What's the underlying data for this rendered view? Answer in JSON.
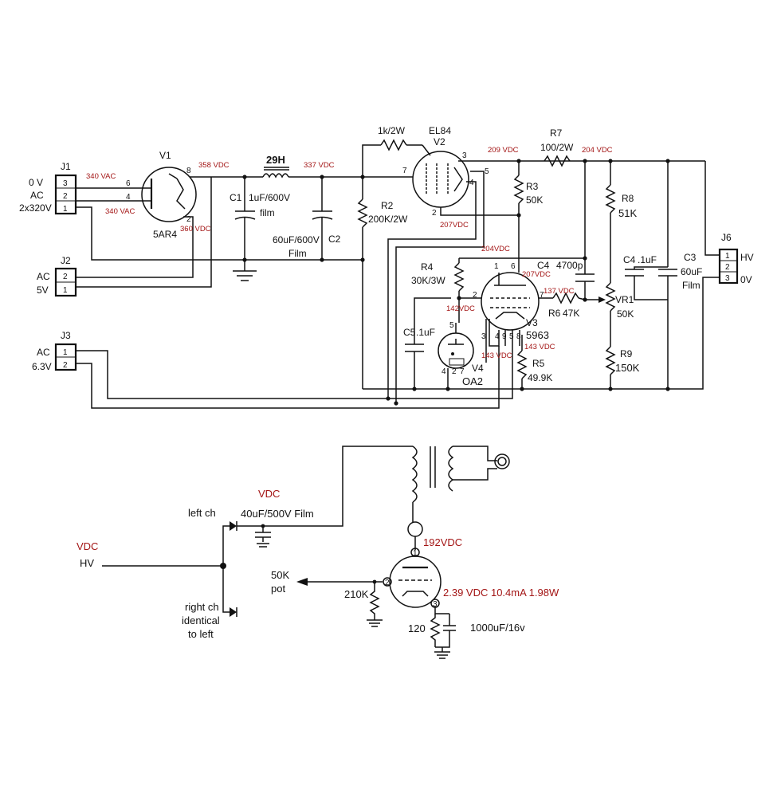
{
  "connectors": {
    "j1": {
      "name": "J1",
      "pins": [
        "3",
        "2",
        "1"
      ],
      "label_top": "0 V",
      "label_mid": "AC",
      "label_bot": "2x320V"
    },
    "j2": {
      "name": "J2",
      "pins": [
        "2",
        "1"
      ],
      "label_top": "AC",
      "label_bot": "5V"
    },
    "j3": {
      "name": "J3",
      "pins": [
        "1",
        "2"
      ],
      "label_top": "AC",
      "label_bot": "6.3V"
    },
    "j6": {
      "name": "J6",
      "pins": [
        "1",
        "2",
        "3"
      ],
      "label_top": "HV",
      "label_bot": "0V"
    }
  },
  "tubes": {
    "v1": {
      "name": "V1",
      "type": "5AR4",
      "pin8": "8",
      "pin6": "6",
      "pin4": "4",
      "pin2": "2"
    },
    "v2": {
      "name": "V2",
      "type": "EL84",
      "pin3": "3",
      "pin5": "5",
      "pin7": "7",
      "pin4": "4",
      "pin2": "2"
    },
    "v3": {
      "name": "V3",
      "type": "5963",
      "pin1": "1",
      "pin6": "6",
      "pin2": "2",
      "pin7": "7",
      "pins_bottom": [
        "3",
        "4",
        "9",
        "5",
        "8"
      ]
    },
    "v4": {
      "name": "V4",
      "type": "OA2",
      "pin5": "5",
      "pin4": "4",
      "pin2": "2",
      "pin7": "7"
    }
  },
  "components": {
    "choke": "29H",
    "c1": {
      "name": "C1",
      "value": "1uF/600V",
      "sub": "film"
    },
    "c2": {
      "name": "C2",
      "value": "60uF/600V",
      "sub": "Film"
    },
    "r2": {
      "name": "R2",
      "value": "200K/2W"
    },
    "r1k": {
      "value": "1k/2W"
    },
    "r3": {
      "name": "R3",
      "value": "50K"
    },
    "r4": {
      "name": "R4",
      "value": "30K/3W"
    },
    "c5": {
      "name": "C5",
      "value": ".1uF"
    },
    "r5": {
      "name": "R5",
      "value": "49.9K"
    },
    "r7": {
      "name": "R7",
      "value": "100/2W"
    },
    "c4": {
      "name": "C4",
      "value": "4700p"
    },
    "r6": {
      "name": "R6",
      "value": "47K"
    },
    "r8": {
      "name": "R8",
      "value": "51K"
    },
    "vr1": {
      "name": "VR1",
      "value": "50K"
    },
    "r9": {
      "name": "R9",
      "value": "150K"
    },
    "c4b": {
      "name": "C4",
      "value": ".1uF"
    },
    "c3": {
      "name": "C3",
      "value": "60uF",
      "sub": "Film"
    }
  },
  "voltages": {
    "v340a": "340 VAC",
    "v340b": "340 VAC",
    "v358": "358 VDC",
    "v360": "360 VDC",
    "v337": "337 VDC",
    "v209": "209 VDC",
    "v204": "204 VDC",
    "v207a": "207VDC",
    "v204b": "204VDC",
    "v207b": "207VDC",
    "v137": "137 VDC",
    "v142": "142VDC",
    "v143a": "143 VDC",
    "v143b": "143 VDC"
  },
  "bottom": {
    "vdc_left": "VDC",
    "hv": "HV",
    "vdc_top": "VDC",
    "left_ch": "left ch",
    "cap_film": "40uF/500V Film",
    "right_ch": "right ch",
    "identical": "identical",
    "to_left": "to left",
    "plate_v": "192VDC",
    "pot_val": "50K",
    "pot_word": "pot",
    "grid_r": "210K",
    "cath_info": "2.39 VDC 10.4mA 1.98W",
    "cath_r": "120",
    "cath_c": "1000uF/16v",
    "pin1": "1",
    "pin2": "2",
    "pin3": "3"
  }
}
